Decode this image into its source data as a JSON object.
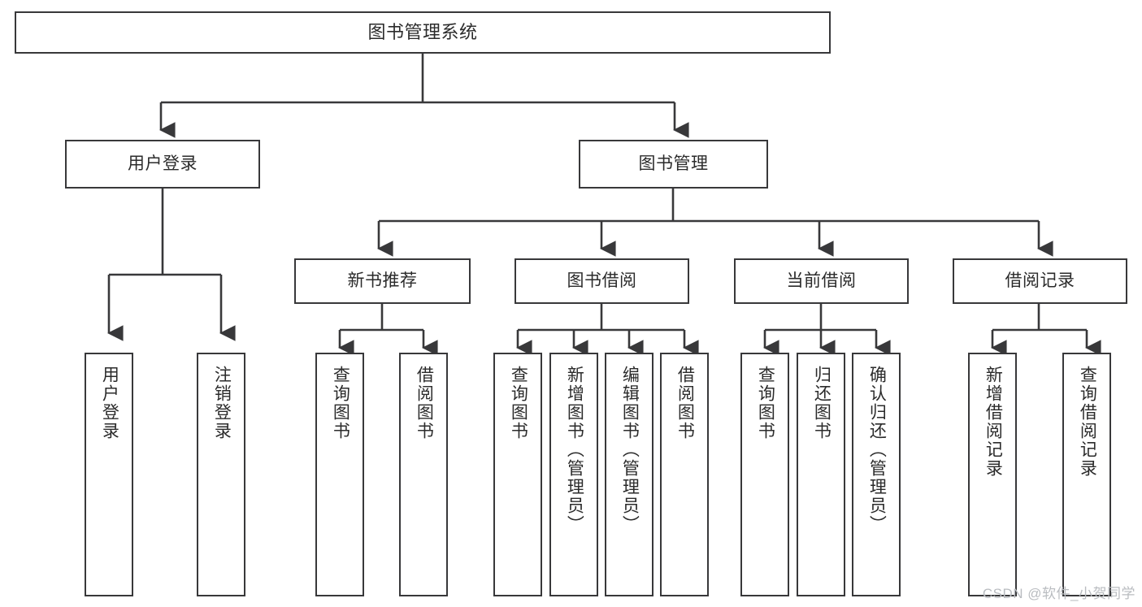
{
  "diagram": {
    "title": "图书管理系统",
    "watermark": "CSDN @软件_小贺同学",
    "line_color": "#38383a",
    "text_color": "#2b2b2b",
    "background": "#ffffff",
    "nodes": {
      "root": {
        "label": "图书管理系统"
      },
      "level1": [
        {
          "id": "user-login",
          "label": "用户登录"
        },
        {
          "id": "book-manage",
          "label": "图书管理"
        }
      ],
      "level2": [
        {
          "id": "new-book-recommend",
          "label": "新书推荐"
        },
        {
          "id": "book-borrow",
          "label": "图书借阅"
        },
        {
          "id": "current-borrow",
          "label": "当前借阅"
        },
        {
          "id": "borrow-record",
          "label": "借阅记录"
        }
      ],
      "leaves": {
        "user_login": [
          {
            "id": "leaf-user-login",
            "label": "用户登录"
          },
          {
            "id": "leaf-logout-login",
            "label": "注销登录"
          }
        ],
        "new_book_recommend": [
          {
            "id": "leaf-query-book-1",
            "label": "查询图书"
          },
          {
            "id": "leaf-borrow-book-1",
            "label": "借阅图书"
          }
        ],
        "book_borrow": [
          {
            "id": "leaf-query-book-2",
            "label": "查询图书"
          },
          {
            "id": "leaf-add-book",
            "label": "新增图书（管理员）"
          },
          {
            "id": "leaf-edit-book",
            "label": "编辑图书（管理员）"
          },
          {
            "id": "leaf-borrow-book-2",
            "label": "借阅图书"
          }
        ],
        "current_borrow": [
          {
            "id": "leaf-query-book-3",
            "label": "查询图书"
          },
          {
            "id": "leaf-return-book",
            "label": "归还图书"
          },
          {
            "id": "leaf-confirm-return",
            "label": "确认归还（管理员）"
          }
        ],
        "borrow_record": [
          {
            "id": "leaf-add-record",
            "label": "新增借阅记录"
          },
          {
            "id": "leaf-query-record",
            "label": "查询借阅记录"
          }
        ]
      }
    }
  }
}
